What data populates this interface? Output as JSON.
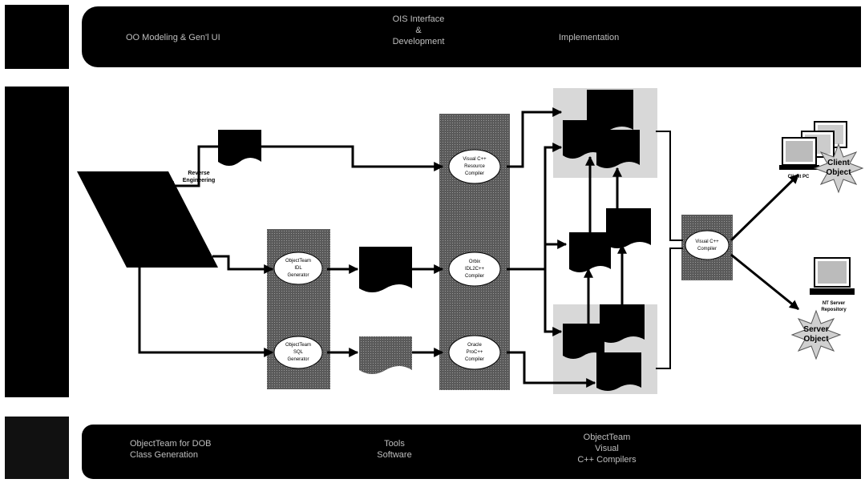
{
  "top_banner": {
    "left": "OO Modeling & Gen'l UI",
    "center_line1": "OIS Interface",
    "center_line2": "&",
    "center_line3": "Development",
    "right": "Implementation"
  },
  "bottom_banner": {
    "left_line1": "ObjectTeam for DOB",
    "left_line2": "Class Generation",
    "center_line1": "Tools",
    "center_line2": "Software",
    "right_line1": "ObjectTeam",
    "right_line2": "Visual",
    "right_line3": "C++ Compilers"
  },
  "diagram": {
    "reverse_engineering": [
      "Reverse",
      "Engineering"
    ],
    "idl_generator": [
      "ObjectTeam",
      "IDL",
      "Generator"
    ],
    "sql_generator": [
      "ObjectTeam",
      "SQL",
      "Generator"
    ],
    "resource_compiler": [
      "Visual C++",
      "Resource",
      "Compiler"
    ],
    "orbix_compiler": [
      "Orbix",
      "IDL2C++",
      "Compiler"
    ],
    "proc_compiler": [
      "Oracle",
      "ProC++",
      "Compiler"
    ],
    "visual_compiler": [
      "Visual C++",
      "Compiler"
    ],
    "client_pc_label": "Client PC",
    "client_object": [
      "Client",
      "Object"
    ],
    "nt_server_label": [
      "NT Server",
      "Repository"
    ],
    "server_object": [
      "Server",
      "Object"
    ]
  }
}
